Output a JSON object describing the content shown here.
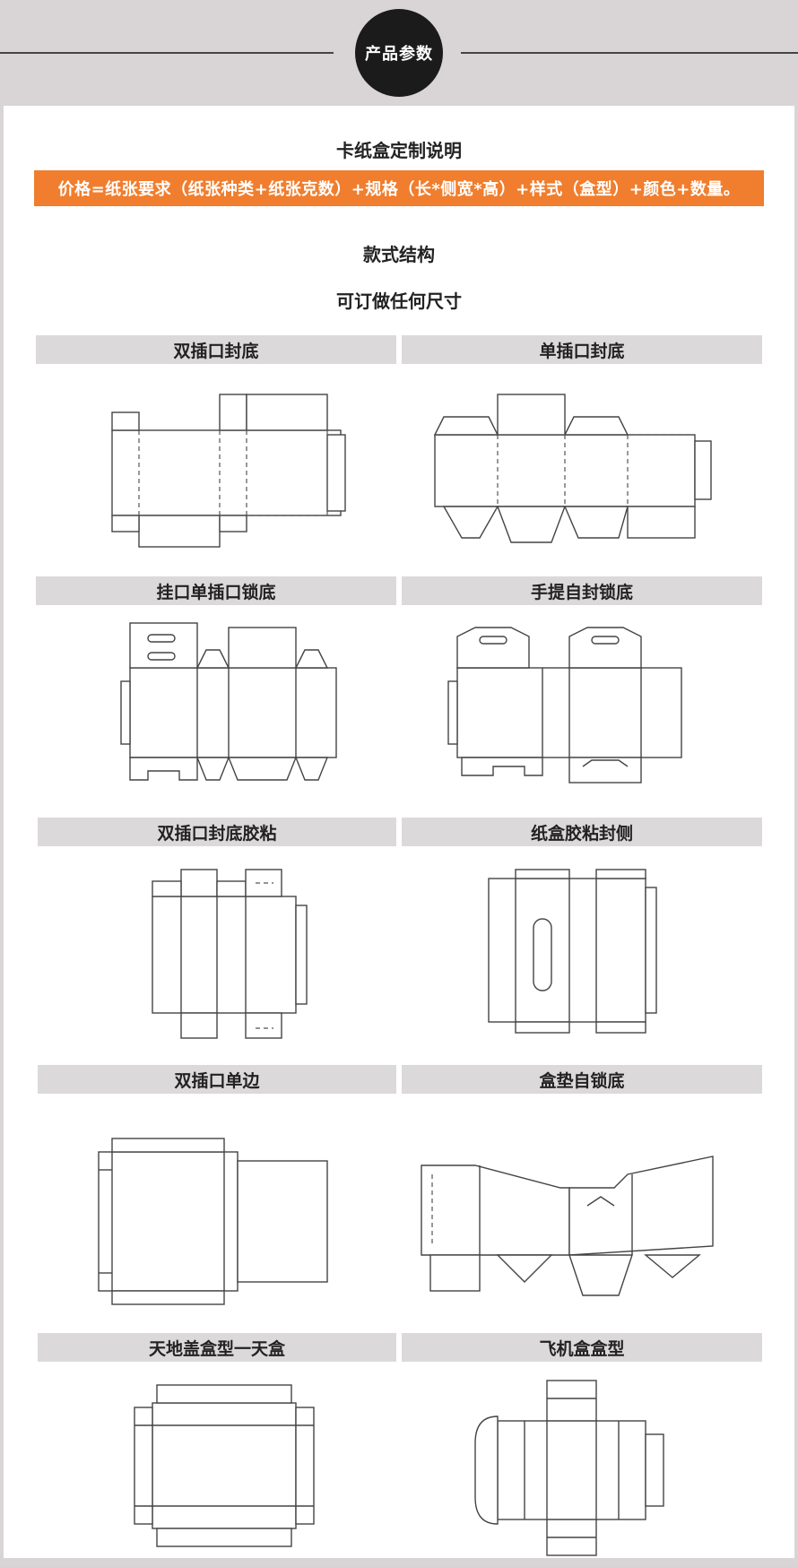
{
  "header": {
    "badge": "产品参数"
  },
  "intro": {
    "title": "卡纸盒定制说明",
    "formula": "价格=纸张要求（纸张种类+纸张克数）+规格（长*侧宽*高）+样式（盒型）+颜色+数量。",
    "subtitle": "款式结构",
    "note": "可订做任何尺寸"
  },
  "styles": [
    {
      "label": "双插口封底",
      "icon": "double-tuck-bottom-diagram"
    },
    {
      "label": "单插口封底",
      "icon": "single-tuck-bottom-diagram"
    },
    {
      "label": "挂口单插口锁底",
      "icon": "hanger-tuck-lock-bottom-diagram"
    },
    {
      "label": "手提自封锁底",
      "icon": "handle-self-lock-bottom-diagram"
    },
    {
      "label": "双插口封底胶粘",
      "icon": "double-tuck-glued-bottom-diagram"
    },
    {
      "label": "纸盒胶粘封侧",
      "icon": "glued-side-seal-diagram"
    },
    {
      "label": "双插口单边",
      "icon": "double-tuck-single-side-diagram"
    },
    {
      "label": "盒垫自锁底",
      "icon": "tray-self-lock-bottom-diagram"
    },
    {
      "label": "天地盖盒型一天盒",
      "icon": "lid-box-top-diagram"
    },
    {
      "label": "飞机盒盒型",
      "icon": "mailer-box-diagram"
    }
  ],
  "colors": {
    "accent": "#f07e2e",
    "label_bg": "#dcd9da",
    "badge_bg": "#1b1b1b"
  }
}
